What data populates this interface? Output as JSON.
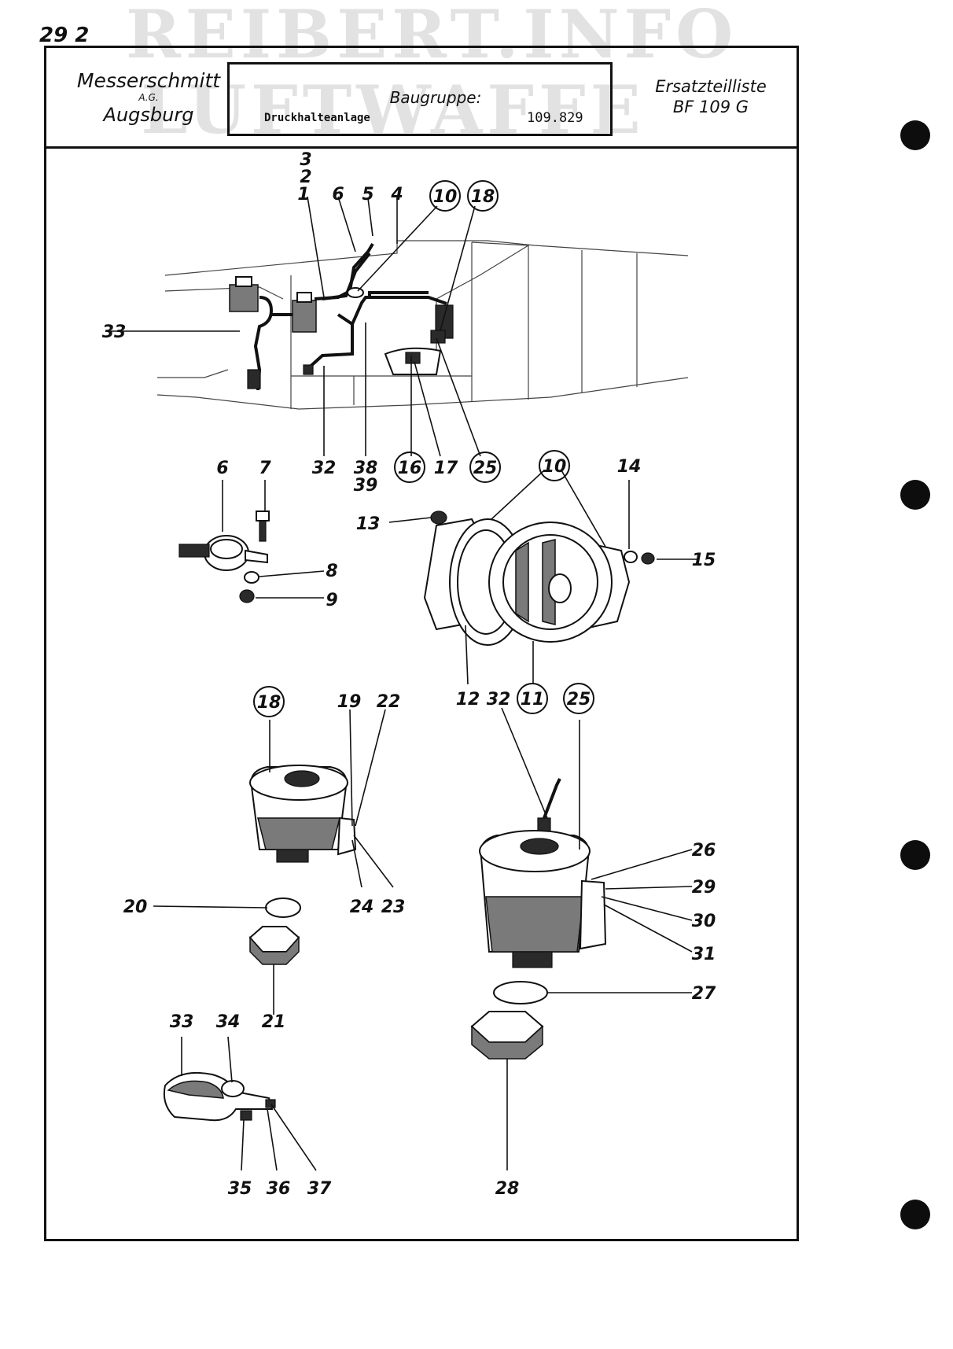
{
  "page": {
    "number": "29 2"
  },
  "watermark": {
    "line1": "REIBERT.INFO",
    "line2": "LUFTWAFFE"
  },
  "header": {
    "company": "Messerschmitt",
    "company_suffix": "A.G.",
    "city": "Augsburg",
    "group_label": "Baugruppe:",
    "group_name": "Druckhalteanlage",
    "group_number": "109.829",
    "list_title": "Ersatzteilliste",
    "aircraft": "BF 109 G"
  },
  "callouts": {
    "c1": "1",
    "c2": "2",
    "c3": "3",
    "c4": "4",
    "c5": "5",
    "c6": "6",
    "c7": "7",
    "c8": "8",
    "c9": "9",
    "c10": "10",
    "c11": "11",
    "c12": "12",
    "c13": "13",
    "c14": "14",
    "c15": "15",
    "c16": "16",
    "c17": "17",
    "c18": "18",
    "c19": "19",
    "c20": "20",
    "c21": "21",
    "c22": "22",
    "c23": "23",
    "c24": "24",
    "c25": "25",
    "c26": "26",
    "c27": "27",
    "c28": "28",
    "c29": "29",
    "c30": "30",
    "c31": "31",
    "c32": "32",
    "c33": "33",
    "c34": "34",
    "c35": "35",
    "c36": "36",
    "c37": "37",
    "c38": "38",
    "c39": "39"
  }
}
